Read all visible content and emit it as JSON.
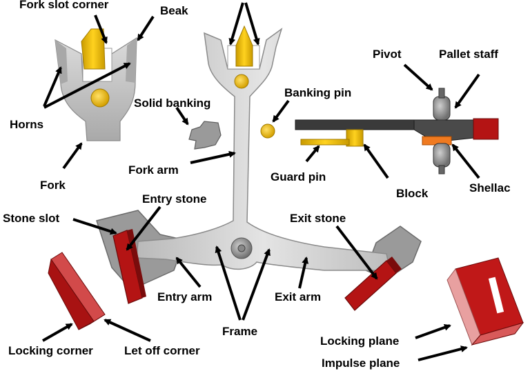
{
  "labels": {
    "fork_slot_corner": "Fork slot corner",
    "beak": "Beak",
    "horns": "Horns",
    "fork": "Fork",
    "solid_banking": "Solid banking",
    "fork_arm": "Fork arm",
    "banking_pin": "Banking pin",
    "guard_pin": "Guard pin",
    "block": "Block",
    "pivot": "Pivot",
    "pallet_staff": "Pallet staff",
    "shellac": "Shellac",
    "entry_stone": "Entry stone",
    "stone_slot": "Stone slot",
    "exit_stone": "Exit stone",
    "entry_arm": "Entry arm",
    "exit_arm": "Exit arm",
    "frame": "Frame",
    "locking_corner": "Locking corner",
    "let_off_corner": "Let off corner",
    "locking_plane": "Locking plane",
    "impulse_plane": "Impulse plane"
  },
  "colors": {
    "steel": "#c9c9c9",
    "steel_dark": "#8c8c8c",
    "ruby": "#b01818",
    "ruby_dark": "#7a0c0c",
    "ruby_light": "#e8a0a0",
    "brass": "#e6b800",
    "brass_dark": "#b58c00",
    "shellac": "#f07a20",
    "arrow": "#000000"
  }
}
